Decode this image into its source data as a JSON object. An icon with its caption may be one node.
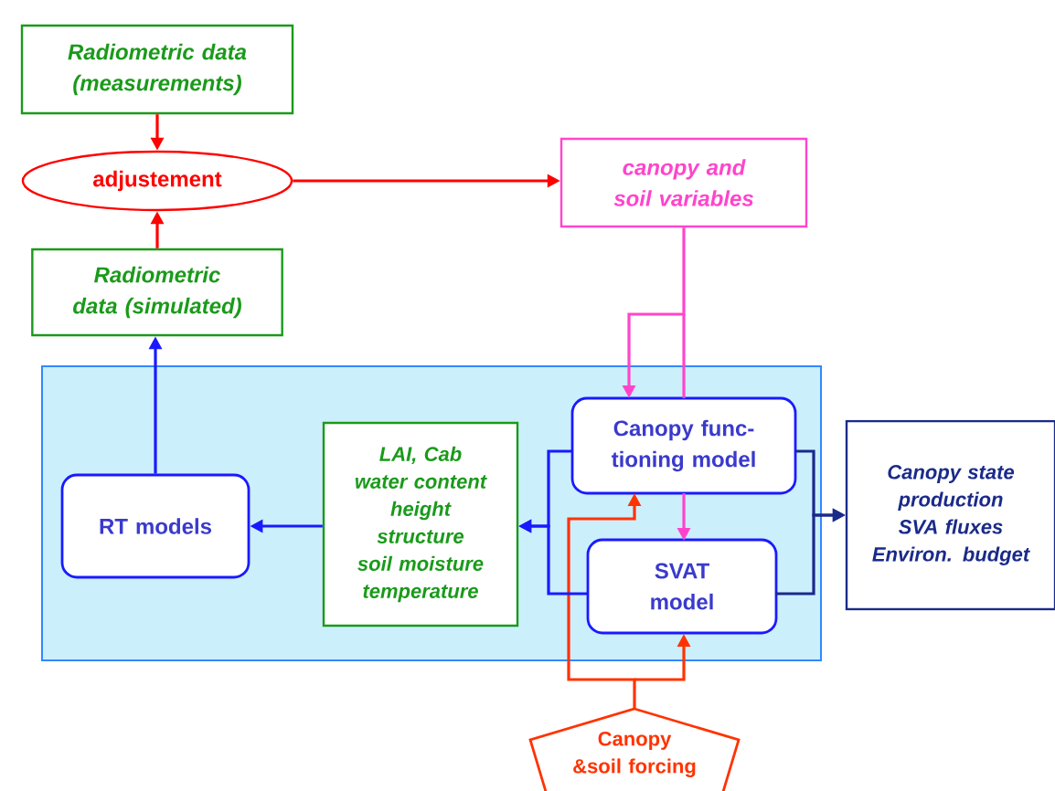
{
  "diagram": {
    "nodes": [
      {
        "text": [
          "Radiometric data (measurements)"
        ]
      },
      {
        "text": [
          "adjustement"
        ]
      },
      {
        "text": [
          "Radiometric data (simulated)"
        ]
      },
      {
        "text": [
          "canopy and soil variables"
        ]
      },
      {
        "text": [],
        "shape": "box"
      },
      {
        "text": [
          "RT models"
        ],
        "in": 4
      },
      {
        "text": [
          "LAI, Cab",
          "water content",
          "height",
          "structure",
          "soil moisture",
          "temperature"
        ],
        "in": 4
      },
      {
        "text": [
          "Canopy func-tioning model"
        ],
        "in": 4
      },
      {
        "text": [
          "SVAT model"
        ],
        "in": 4
      },
      {
        "text": [
          "Canopy state",
          "production",
          "SVA fluxes",
          "Environ. budget"
        ]
      },
      {
        "text": [
          "Canopy &soil forcing"
        ]
      }
    ],
    "edges": [
      {
        "from": 0,
        "to": 1,
        "arrow": "to",
        "color": "#ff0000"
      },
      {
        "from": 2,
        "to": 1,
        "arrow": "to",
        "color": "#ff0000"
      },
      {
        "from": 1,
        "to": 3,
        "arrow": "to",
        "color": "#ff0000"
      },
      {
        "from": 5,
        "to": 2,
        "arrow": "to"
      },
      {
        "from": 3,
        "to": 7,
        "arrow": "to",
        "color": "#ff44cc"
      },
      {
        "from": 7,
        "to": 8,
        "arrow": "to",
        "color": "#ff44cc"
      },
      {
        "from": 10,
        "to": 7,
        "arrow": "to",
        "color": "#ff3300"
      },
      {
        "from": 10,
        "to": 8,
        "arrow": "to",
        "color": "#ff3300"
      },
      {
        "from": 7,
        "to": 6,
        "arrow": "to"
      },
      {
        "from": 8,
        "to": 6,
        "arrow": "to"
      },
      {
        "from": 6,
        "to": 5,
        "arrow": "to"
      },
      {
        "from": 7,
        "to": 9,
        "arrow": "to",
        "color": "#1a2a8a"
      },
      {
        "from": 8,
        "to": 9,
        "arrow": "to",
        "color": "#1a2a8a"
      }
    ]
  }
}
